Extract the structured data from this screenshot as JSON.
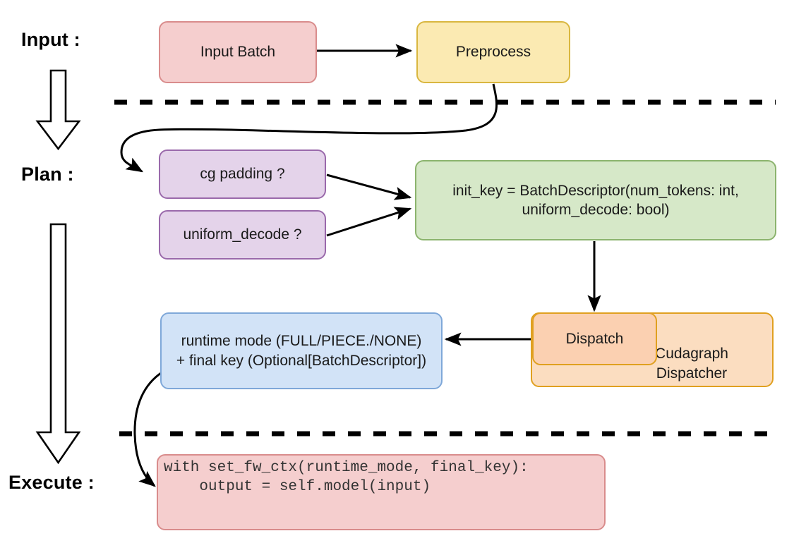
{
  "diagram": {
    "title": "vLLM cudagraph dispatch pipeline",
    "stages": [
      {
        "id": "input",
        "label": "Input :"
      },
      {
        "id": "plan",
        "label": "Plan :"
      },
      {
        "id": "execute",
        "label": "Execute :"
      }
    ],
    "nodes": {
      "input_batch": {
        "label": "Input Batch",
        "color": "#f5cece"
      },
      "preprocess": {
        "label": "Preprocess",
        "color": "#fbeab2"
      },
      "cg_padding": {
        "label": "cg padding ?",
        "color": "#e4d3ea"
      },
      "uniform_decode": {
        "label": "uniform_decode ?",
        "color": "#e4d3ea"
      },
      "init_key": {
        "color": "#d6e8c8",
        "line1": "init_key = BatchDescriptor(num_tokens: int,",
        "line2": "uniform_decode: bool)"
      },
      "dispatch": {
        "label": "Dispatch",
        "color": "#fbd0b1"
      },
      "cudagraph_dispatcher": {
        "color": "#fbddc0",
        "line1": "Cudagraph",
        "line2": "Dispatcher"
      },
      "runtime_mode": {
        "color": "#d2e3f7",
        "line1": "runtime mode (FULL/PIECE./NONE)",
        "line2": "+ final key (Optional[BatchDescriptor])"
      },
      "execute_code": {
        "color": "#f5cece",
        "line1": "with set_fw_ctx(runtime_mode, final_key):",
        "line2": "    output = self.model(input)"
      }
    },
    "separators": [
      {
        "id": "divider-input-plan"
      },
      {
        "id": "divider-plan-execute"
      }
    ],
    "flow_arrows": [
      {
        "id": "input-batch-to-preprocess"
      },
      {
        "id": "preprocess-to-cg-padding"
      },
      {
        "id": "cg-padding-to-init-key"
      },
      {
        "id": "uniform-decode-to-init-key"
      },
      {
        "id": "init-key-to-dispatch"
      },
      {
        "id": "dispatch-to-runtime-mode"
      },
      {
        "id": "runtime-mode-to-execute-code"
      }
    ],
    "stage_arrows": [
      {
        "id": "input-to-plan-block-arrow"
      },
      {
        "id": "plan-to-execute-block-arrow"
      }
    ],
    "colors": {
      "line": "#000000",
      "text": "#1a1a1a",
      "background": "#ffffff"
    }
  }
}
